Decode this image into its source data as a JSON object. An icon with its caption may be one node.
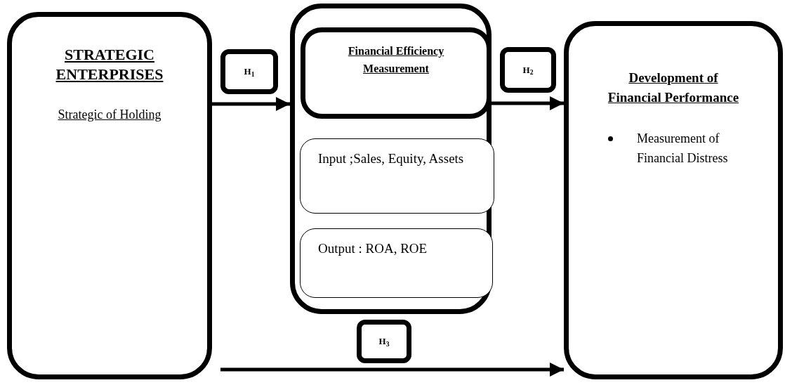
{
  "diagram": {
    "nodes": [
      {
        "text": [
          "STRATEGIC ENTERPRISES",
          "Strategic of Holding"
        ]
      },
      {
        "text": [
          "H$_{1}$"
        ]
      },
      {
        "text": [],
        "shape": "box"
      },
      {
        "text": [
          "Financial Efficiency Measurement"
        ],
        "in": 2
      },
      {
        "text": [
          "Input ;Sales, Equity, Assets"
        ],
        "in": 2
      },
      {
        "text": [
          "Output : ROA, ROE"
        ],
        "in": 2
      },
      {
        "text": [
          "H$_{2}$"
        ]
      },
      {
        "text": [
          "Development of Financial Performance",
          "Measurement of Financial Distress"
        ]
      },
      {
        "text": [
          "H$_{3}$"
        ]
      }
    ],
    "edges": [
      {
        "from": 0,
        "to": 2,
        "arrow": "to"
      },
      {
        "from": 2,
        "to": 7,
        "arrow": "to"
      },
      {
        "from": 0,
        "to": 7,
        "arrow": "to"
      }
    ]
  }
}
